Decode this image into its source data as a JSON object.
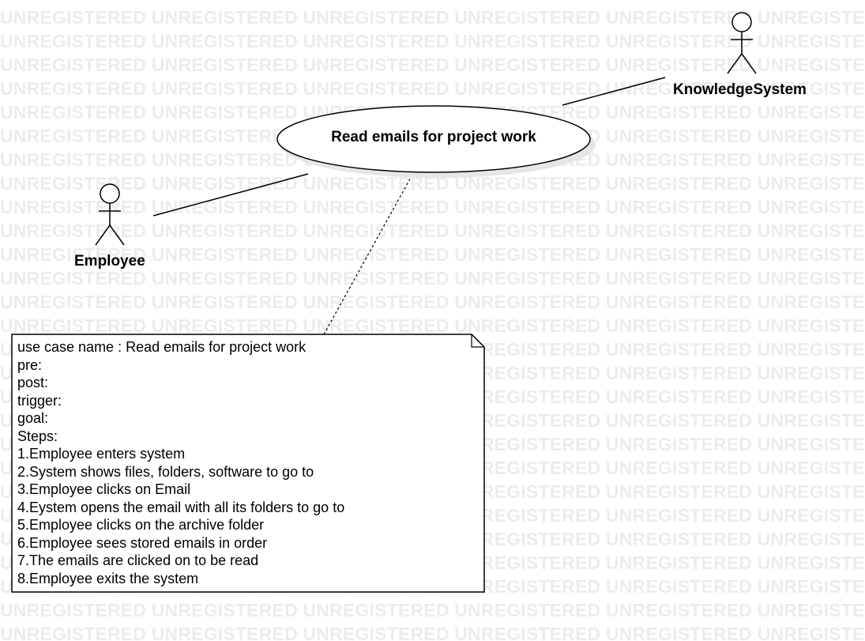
{
  "watermark": "UNREGISTERED",
  "use_case": {
    "label": "Read emails for project work"
  },
  "actors": {
    "employee": {
      "label": "Employee"
    },
    "knowledge_system": {
      "label": "KnowledgeSystem"
    }
  },
  "note": {
    "lines": [
      "use case name : Read emails for project work",
      "pre:",
      "post:",
      "trigger:",
      "goal:",
      "Steps:",
      "1.Employee enters system",
      "2.System shows files, folders, software to go to",
      "3.Employee clicks on Email",
      "4.Eystem opens the email with all its folders to go to",
      "5.Employee clicks on the archive folder",
      "6.Employee sees stored emails in order",
      "7.The emails are clicked on to be read",
      "8.Employee exits the system"
    ]
  },
  "colors": {
    "line": "#000000",
    "watermark": "#ececec",
    "background": "#ffffff"
  }
}
